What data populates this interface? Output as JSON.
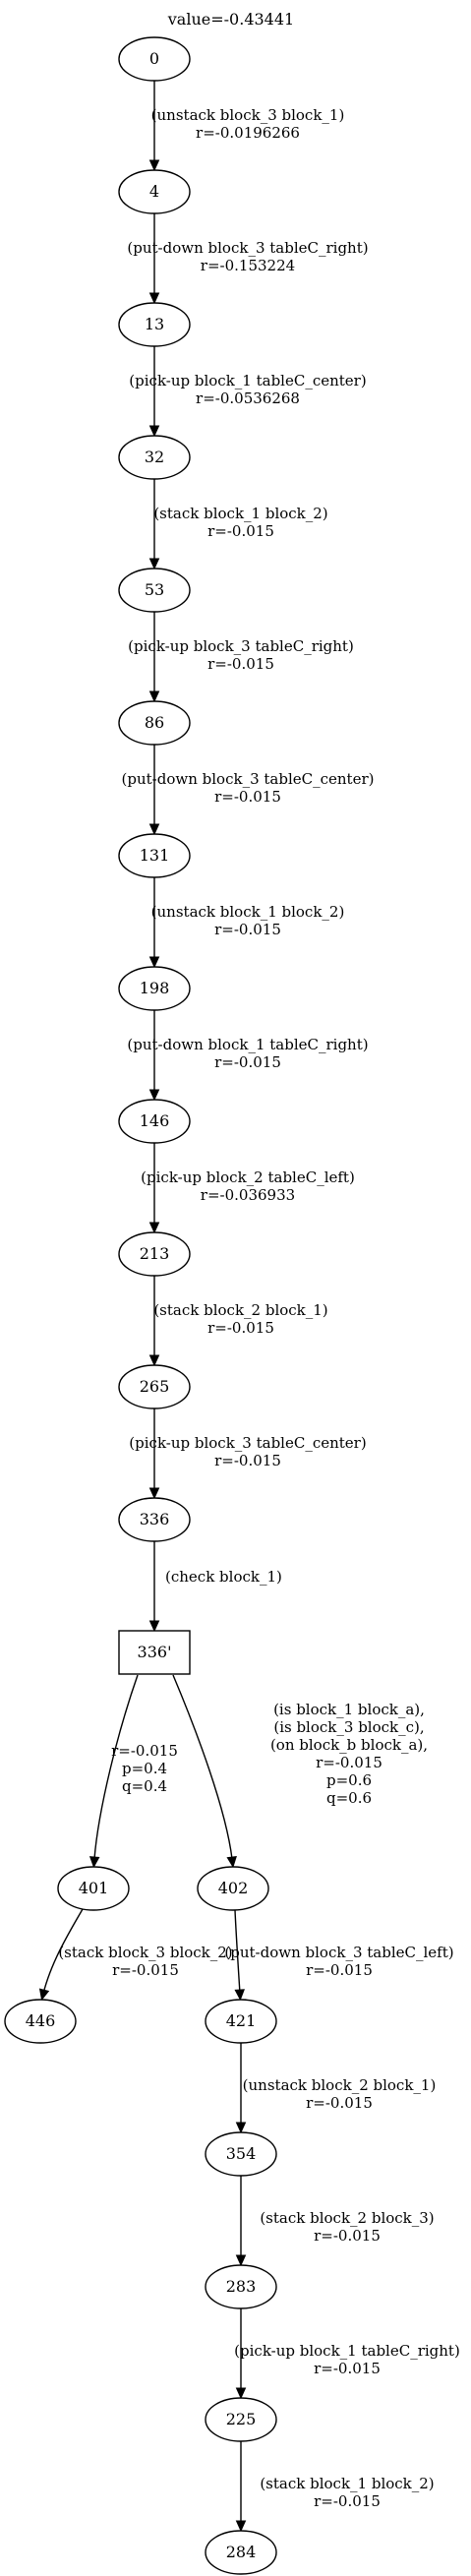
{
  "header": {
    "value_label": "value=-0.43441"
  },
  "nodes": [
    {
      "id": "0",
      "shape": "ellipse"
    },
    {
      "id": "4",
      "shape": "ellipse"
    },
    {
      "id": "13",
      "shape": "ellipse"
    },
    {
      "id": "32",
      "shape": "ellipse"
    },
    {
      "id": "53",
      "shape": "ellipse"
    },
    {
      "id": "86",
      "shape": "ellipse"
    },
    {
      "id": "131",
      "shape": "ellipse"
    },
    {
      "id": "198",
      "shape": "ellipse"
    },
    {
      "id": "146",
      "shape": "ellipse"
    },
    {
      "id": "213",
      "shape": "ellipse"
    },
    {
      "id": "265",
      "shape": "ellipse"
    },
    {
      "id": "336",
      "shape": "ellipse"
    },
    {
      "id": "336'",
      "shape": "box"
    },
    {
      "id": "401",
      "shape": "ellipse"
    },
    {
      "id": "402",
      "shape": "ellipse"
    },
    {
      "id": "446",
      "shape": "ellipse"
    },
    {
      "id": "421",
      "shape": "ellipse"
    },
    {
      "id": "354",
      "shape": "ellipse"
    },
    {
      "id": "283",
      "shape": "ellipse"
    },
    {
      "id": "225",
      "shape": "ellipse"
    },
    {
      "id": "284",
      "shape": "ellipse"
    }
  ],
  "edges": [
    {
      "from": "0",
      "to": "4",
      "lines": [
        "(unstack block_3 block_1)",
        "r=-0.0196266"
      ]
    },
    {
      "from": "4",
      "to": "13",
      "lines": [
        "(put-down block_3 tableC_right)",
        "r=-0.153224"
      ]
    },
    {
      "from": "13",
      "to": "32",
      "lines": [
        "(pick-up block_1 tableC_center)",
        "r=-0.0536268"
      ]
    },
    {
      "from": "32",
      "to": "53",
      "lines": [
        "(stack block_1 block_2)",
        "r=-0.015"
      ]
    },
    {
      "from": "53",
      "to": "86",
      "lines": [
        "(pick-up block_3 tableC_right)",
        "r=-0.015"
      ]
    },
    {
      "from": "86",
      "to": "131",
      "lines": [
        "(put-down block_3 tableC_center)",
        "r=-0.015"
      ]
    },
    {
      "from": "131",
      "to": "198",
      "lines": [
        "(unstack block_1 block_2)",
        "r=-0.015"
      ]
    },
    {
      "from": "198",
      "to": "146",
      "lines": [
        "(put-down block_1 tableC_right)",
        "r=-0.015"
      ]
    },
    {
      "from": "146",
      "to": "213",
      "lines": [
        "(pick-up block_2 tableC_left)",
        "r=-0.036933"
      ]
    },
    {
      "from": "213",
      "to": "265",
      "lines": [
        "(stack block_2 block_1)",
        "r=-0.015"
      ]
    },
    {
      "from": "265",
      "to": "336",
      "lines": [
        "(pick-up block_3 tableC_center)",
        "r=-0.015"
      ]
    },
    {
      "from": "336",
      "to": "336'",
      "lines": [
        "(check block_1)"
      ]
    },
    {
      "from": "336'",
      "to": "401",
      "lines": [
        "r=-0.015",
        "p=0.4",
        "q=0.4"
      ]
    },
    {
      "from": "336'",
      "to": "402",
      "lines": [
        "(is block_1 block_a),",
        "(is block_3 block_c),",
        "(on block_b block_a),",
        "r=-0.015",
        "p=0.6",
        "q=0.6"
      ]
    },
    {
      "from": "401",
      "to": "446",
      "lines": [
        "(stack block_3 block_2)",
        "r=-0.015"
      ]
    },
    {
      "from": "402",
      "to": "421",
      "lines": [
        "(put-down block_3 tableC_left)",
        "r=-0.015"
      ]
    },
    {
      "from": "421",
      "to": "354",
      "lines": [
        "(unstack block_2 block_1)",
        "r=-0.015"
      ]
    },
    {
      "from": "354",
      "to": "283",
      "lines": [
        "(stack block_2 block_3)",
        "r=-0.015"
      ]
    },
    {
      "from": "283",
      "to": "225",
      "lines": [
        "(pick-up block_1 tableC_right)",
        "r=-0.015"
      ]
    },
    {
      "from": "225",
      "to": "284",
      "lines": [
        "(stack block_1 block_2)",
        "r=-0.015"
      ]
    }
  ]
}
